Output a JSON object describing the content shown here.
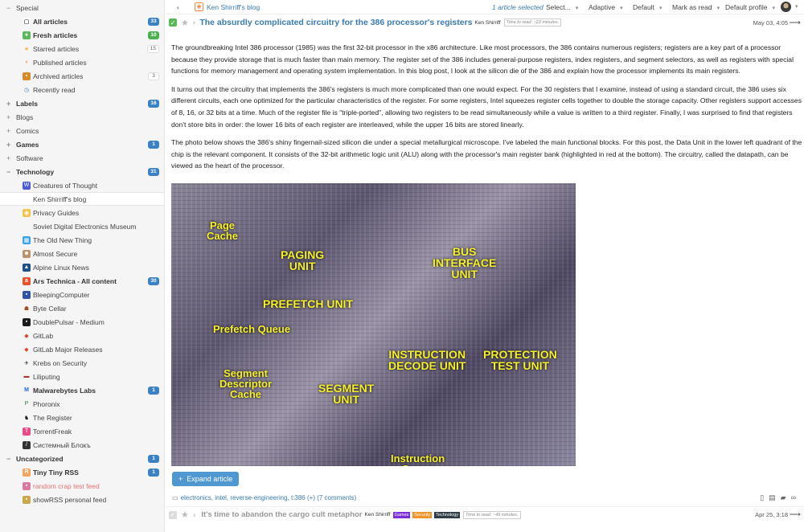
{
  "sidebar": {
    "items": [
      {
        "type": "cat",
        "toggle": "−",
        "label": "Special"
      },
      {
        "type": "feed",
        "label": "All articles",
        "icon": "inbox-icon",
        "count": "33",
        "bold": true
      },
      {
        "type": "feed",
        "label": "Fresh articles",
        "icon": "fresh-icon",
        "count": "10",
        "bold": true,
        "countColor": "green"
      },
      {
        "type": "feed",
        "label": "Starred articles",
        "icon": "star-icon",
        "count": "15",
        "countColor": "grey"
      },
      {
        "type": "feed",
        "label": "Published articles",
        "icon": "rss-icon"
      },
      {
        "type": "feed",
        "label": "Archived articles",
        "icon": "archive-icon",
        "count": "3",
        "countColor": "grey"
      },
      {
        "type": "feed",
        "label": "Recently read",
        "icon": "history-icon"
      },
      {
        "type": "cat",
        "toggle": "+",
        "label": "Labels",
        "count": "16",
        "bold": true
      },
      {
        "type": "cat",
        "toggle": "+",
        "label": "Blogs"
      },
      {
        "type": "cat",
        "toggle": "+",
        "label": "Comics"
      },
      {
        "type": "cat",
        "toggle": "+",
        "label": "Games",
        "count": "1",
        "bold": true
      },
      {
        "type": "cat",
        "toggle": "+",
        "label": "Software"
      },
      {
        "type": "cat",
        "toggle": "−",
        "label": "Technology",
        "count": "31",
        "bold": true
      },
      {
        "type": "feed",
        "label": "Creatures of Thought",
        "icon": "wordpress-icon"
      },
      {
        "type": "noicon",
        "label": "Ken Shirriff's blog",
        "selected": true
      },
      {
        "type": "feed",
        "label": "Privacy Guides",
        "icon": "privacy-guides-icon"
      },
      {
        "type": "noicon",
        "label": "Soviet Digital Electronics Museum"
      },
      {
        "type": "feed",
        "label": "The Old New Thing",
        "icon": "windows-icon"
      },
      {
        "type": "feed",
        "label": "Almost Secure",
        "icon": "almost-secure-icon"
      },
      {
        "type": "feed",
        "label": "Alpine Linux News",
        "icon": "alpine-icon"
      },
      {
        "type": "feed",
        "label": "Ars Technica - All content",
        "icon": "ars-icon",
        "count": "30",
        "bold": true
      },
      {
        "type": "feed",
        "label": "BleepingComputer",
        "icon": "bleeping-icon"
      },
      {
        "type": "feed",
        "label": "Byte Cellar",
        "icon": "byte-cellar-icon"
      },
      {
        "type": "feed",
        "label": "DoublePulsar - Medium",
        "icon": "doublepulsar-icon"
      },
      {
        "type": "feed",
        "label": "GitLab",
        "icon": "gitlab-icon"
      },
      {
        "type": "feed",
        "label": "GitLab Major Releases",
        "icon": "gitlab-icon"
      },
      {
        "type": "feed",
        "label": "Krebs on Security",
        "icon": "krebs-icon"
      },
      {
        "type": "feed",
        "label": "Liliputing",
        "icon": "liliputing-icon"
      },
      {
        "type": "feed",
        "label": "Malwarebytes Labs",
        "icon": "malwarebytes-icon",
        "count": "1",
        "bold": true
      },
      {
        "type": "feed",
        "label": "Phoronix",
        "icon": "phoronix-icon"
      },
      {
        "type": "feed",
        "label": "The Register",
        "icon": "register-icon"
      },
      {
        "type": "feed",
        "label": "TorrentFreak",
        "icon": "torrentfreak-icon"
      },
      {
        "type": "feed",
        "label": "Системный Блокъ",
        "icon": "sysblok-icon"
      },
      {
        "type": "cat",
        "toggle": "−",
        "label": "Uncategorized",
        "count": "1",
        "bold": true
      },
      {
        "type": "feed",
        "label": "Tiny Tiny RSS",
        "icon": "ttrss-icon",
        "count": "1",
        "bold": true
      },
      {
        "type": "feed",
        "label": "random crap test feed",
        "icon": "error-feed-icon",
        "error": true
      },
      {
        "type": "feed",
        "label": "showRSS personal feed",
        "icon": "showrss-icon"
      }
    ]
  },
  "toolbar": {
    "back": "‹",
    "feed_title": "Ken Shirriff's blog",
    "selected": "1 article selected",
    "select": "Select...",
    "view_mode": "Adaptive",
    "order": "Default",
    "mark": "Mark as read",
    "profile": "Default profile",
    "arrow": "▾"
  },
  "article": {
    "title": "The absurdly complicated circuitry for the 386 processor's registers",
    "author": "Ken Shirriff",
    "time_to_read": "Time to read: ~23 minutes.",
    "date": "May 03, 4:05",
    "paragraphs": [
      "The groundbreaking Intel 386 processor (1985) was the first 32-bit processor in the x86 architecture. Like most processors, the 386 contains numerous registers; registers are a key part of a processor because they provide storage that is much faster than main memory. The register set of the 386 includes general-purpose registers, index registers, and segment selectors, as well as registers with special functions for memory management and operating system implementation. In this blog post, I look at the silicon die of the 386 and explain how the processor implements its main registers.",
      "It turns out that the circuitry that implements the 386's registers is much more complicated than one would expect. For the 30 registers that I examine, instead of using a standard circuit, the 386 uses six different circuits, each one optimized for the particular characteristics of the register. For some registers, Intel squeezes register cells together to double the storage capacity. Other registers support accesses of 8, 16, or 32 bits at a time. Much of the register file is \"triple-ported\", allowing two registers to be read simultaneously while a value is written to a third register. Finally, I was surprised to find that registers don't store bits in order: the lower 16 bits of each register are interleaved, while the upper 16 bits are stored linearly.",
      "The photo below shows the 386's shiny fingernail-sized silicon die under a special metallurgical microscope. I've labeled the main functional blocks. For this post, the Data Unit in the lower left quadrant of the chip is the relevant component. It consists of the 32-bit arithmetic logic unit (ALU) along with the processor's main register bank (highlighted in red at the bottom). The circuitry, called the datapath, can be viewed as the heart of the processor."
    ],
    "die_labels": [
      "Page\nCache",
      "PAGING\nUNIT",
      "BUS\nINTERFACE\nUNIT",
      "PREFETCH UNIT",
      "Prefetch Queue",
      "INSTRUCTION\nDECODE UNIT",
      "PROTECTION\nTEST UNIT",
      "Segment\nDescriptor\nCache",
      "SEGMENT\nUNIT",
      "Instruction\nQueue"
    ],
    "expand": "Expand article",
    "tags": "electronics, intel, reverse-engineering, t:386 (+) (7 comments)"
  },
  "article2": {
    "title": "It's time to abandon the cargo cult metaphor",
    "author": "Ken Shirriff",
    "labels": [
      {
        "text": "Games",
        "color": "#7b2fd6"
      },
      {
        "text": "Security",
        "color": "#f0932b"
      },
      {
        "text": "Technology",
        "color": "#2f3e46"
      }
    ],
    "time_to_read": "Time to read: ~49 minutes.",
    "date": "Apr 25, 3:18"
  },
  "colors": {
    "accent": "#3a7bb0",
    "badge": "#3b82c4",
    "fresh": "#4caf50"
  }
}
